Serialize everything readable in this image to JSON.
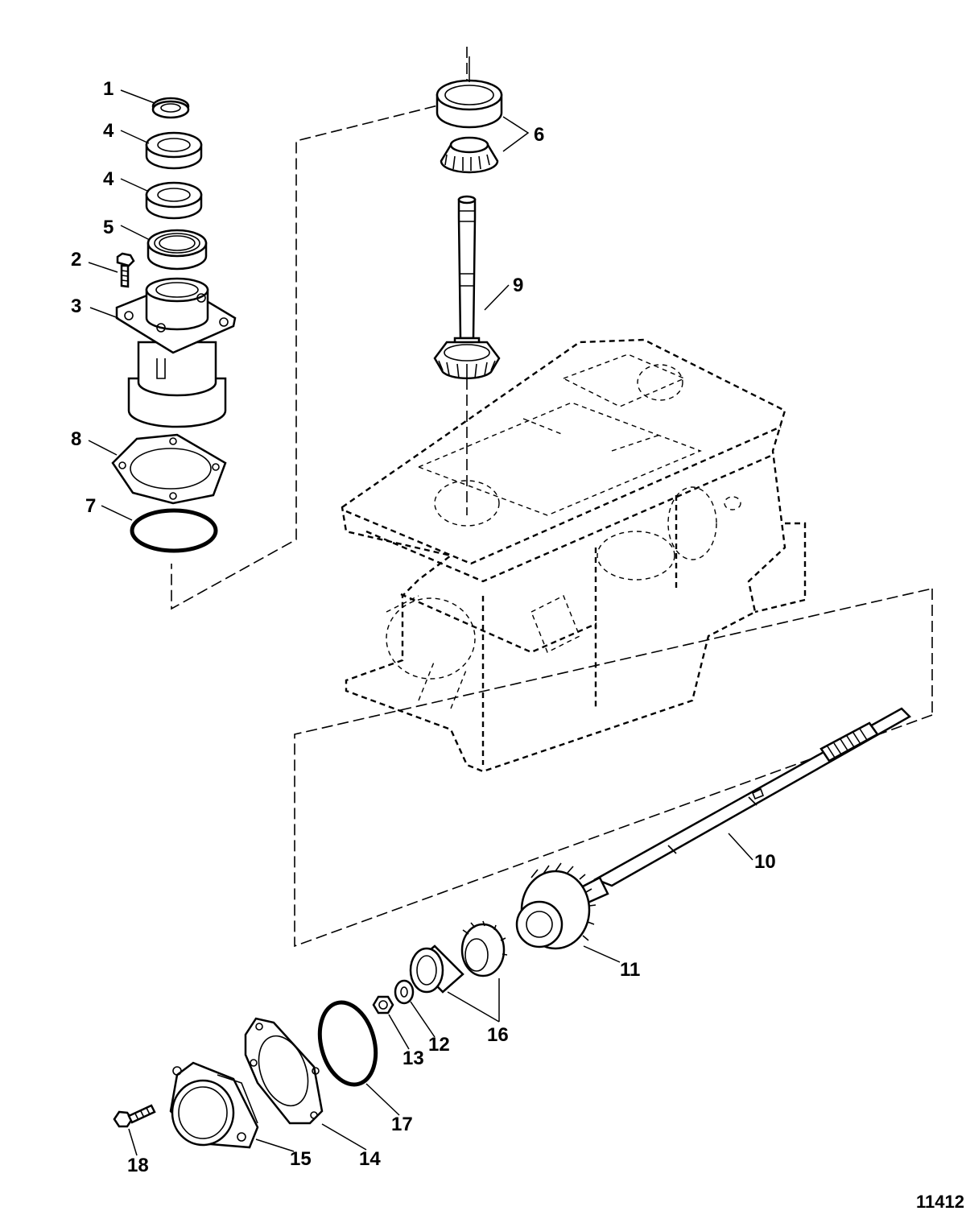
{
  "callouts": {
    "c1": "1",
    "c2": "2",
    "c3": "3",
    "c4a": "4",
    "c4b": "4",
    "c5": "5",
    "c6": "6",
    "c7": "7",
    "c8": "8",
    "c9": "9",
    "c10": "10",
    "c11": "11",
    "c12": "12",
    "c13": "13",
    "c14": "14",
    "c15": "15",
    "c16": "16",
    "c17": "17",
    "c18": "18"
  },
  "figure_number": "11412"
}
